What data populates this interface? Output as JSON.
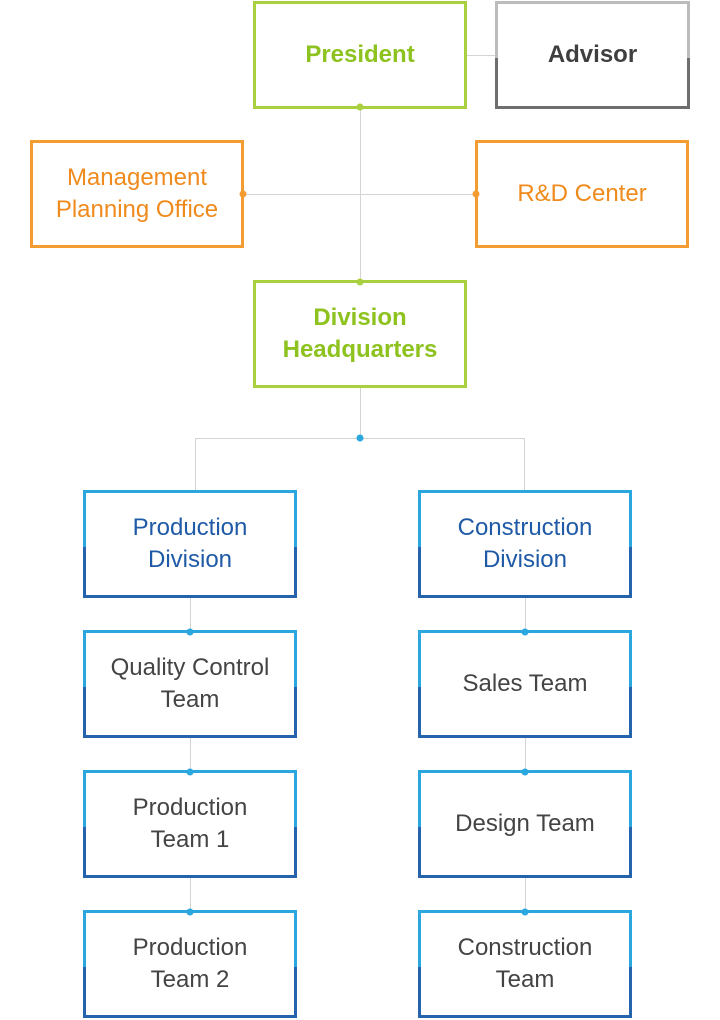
{
  "nodes": {
    "president": [
      "President"
    ],
    "advisor": [
      "Advisor"
    ],
    "management_planning_office": [
      "Management",
      "Planning Office"
    ],
    "rd_center": [
      "R&D Center"
    ],
    "division_headquarters": [
      "Division",
      "Headquarters"
    ],
    "production_division": [
      "Production",
      "Division"
    ],
    "construction_division": [
      "Construction",
      "Division"
    ],
    "quality_control_team": [
      "Quality Control",
      "Team"
    ],
    "production_team_1": [
      "Production",
      "Team 1"
    ],
    "production_team_2": [
      "Production",
      "Team 2"
    ],
    "sales_team": [
      "Sales Team"
    ],
    "design_team": [
      "Design Team"
    ],
    "construction_team": [
      "Construction",
      "Team"
    ]
  },
  "colors": {
    "executive": "#a9d13f",
    "advisor": "#6e6e6e",
    "staff": "#f39c32",
    "division_light": "#2aa7df",
    "division_dark": "#2563ad",
    "connector": "#d4d4d4"
  }
}
